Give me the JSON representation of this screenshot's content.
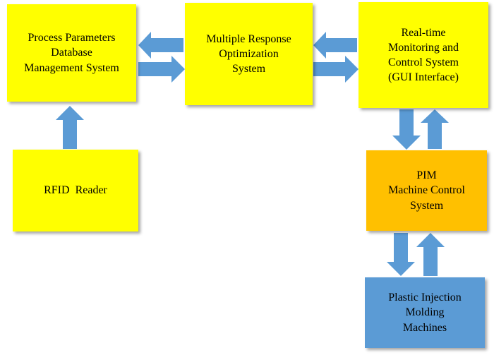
{
  "diagram": {
    "nodes": {
      "db": {
        "lines": [
          "Process Parameters",
          "Database",
          "Management System"
        ],
        "color": "#ffff00"
      },
      "opt": {
        "lines": [
          "Multiple Response",
          "Optimization",
          "System"
        ],
        "color": "#ffff00"
      },
      "rtm": {
        "lines": [
          "Real-time",
          "Monitoring and",
          "Control System",
          "(GUI Interface)"
        ],
        "color": "#ffff00"
      },
      "rfid": {
        "lines": [
          "RFID  Reader"
        ],
        "color": "#ffff00"
      },
      "pim": {
        "lines": [
          "PIM",
          "Machine Control",
          "System"
        ],
        "color": "#ffc000"
      },
      "plastic": {
        "lines": [
          "Plastic Injection",
          "Molding",
          "Machines"
        ],
        "color": "#5b9bd5"
      }
    },
    "edges": [
      {
        "from": "rfid",
        "to": "db"
      },
      {
        "from": "opt",
        "to": "db"
      },
      {
        "from": "db",
        "to": "opt"
      },
      {
        "from": "rtm",
        "to": "opt"
      },
      {
        "from": "opt",
        "to": "rtm"
      },
      {
        "from": "rtm",
        "to": "pim"
      },
      {
        "from": "pim",
        "to": "rtm"
      },
      {
        "from": "pim",
        "to": "plastic"
      },
      {
        "from": "plastic",
        "to": "pim"
      }
    ],
    "arrow_color": "#5b9bd5"
  }
}
